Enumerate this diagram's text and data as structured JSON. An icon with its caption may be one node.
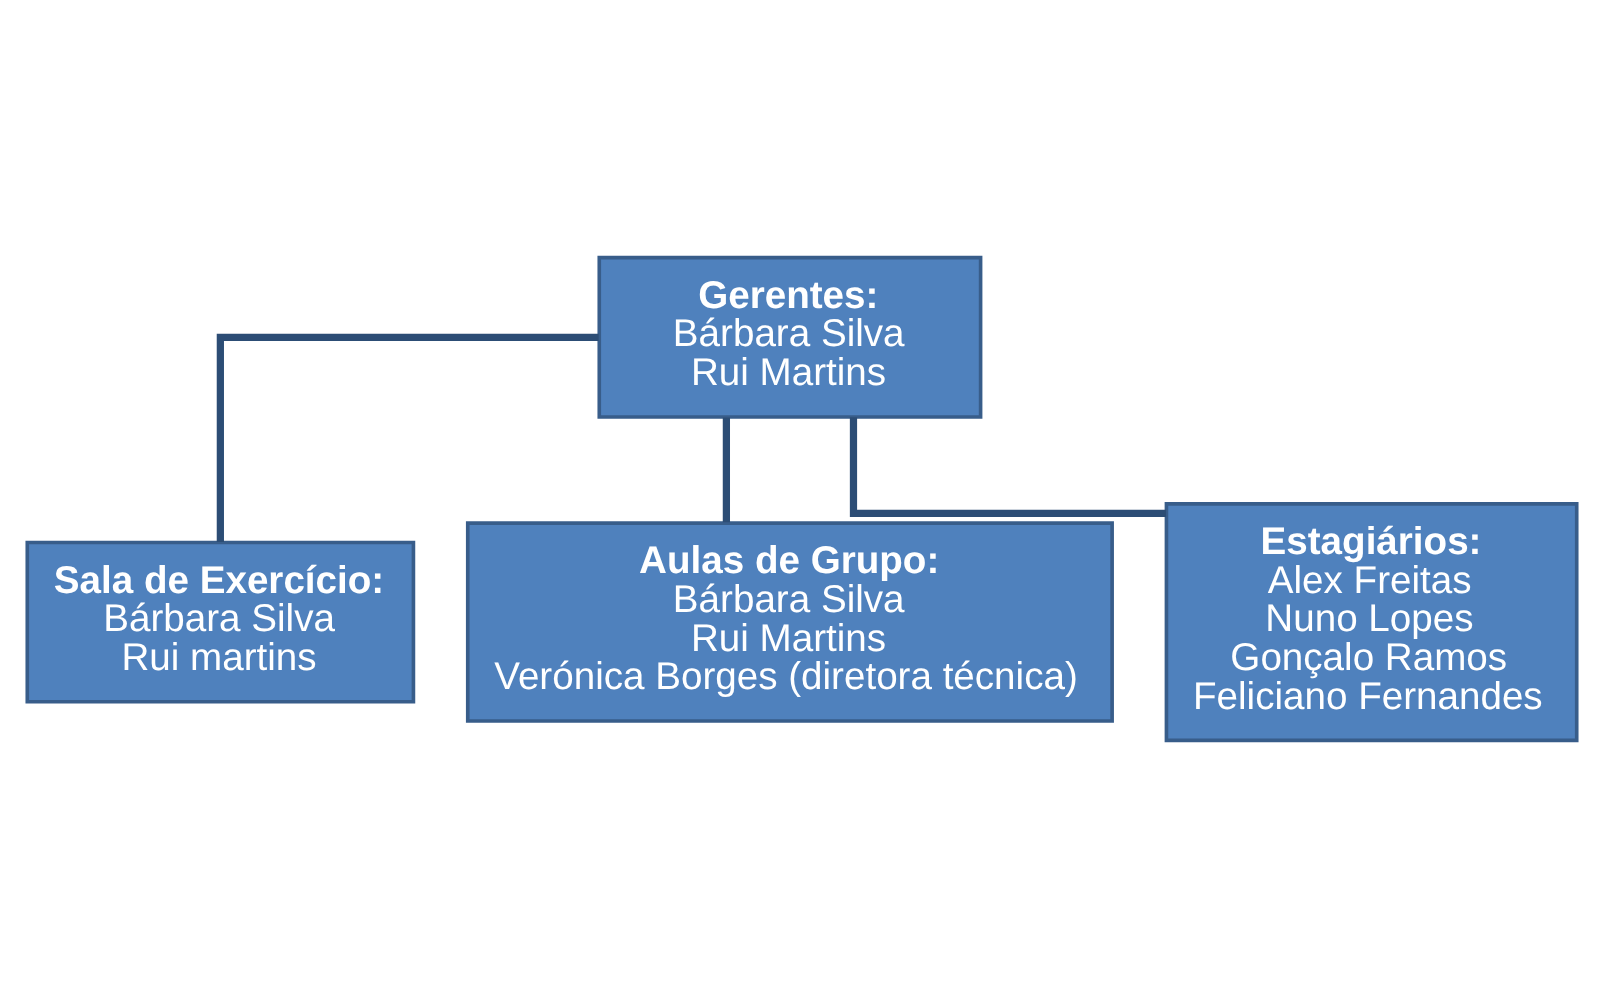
{
  "diagram": {
    "nodes": [
      {
        "text": [
          "Gerentes:",
          "Bárbara Silva",
          "Rui Martins"
        ]
      },
      {
        "text": [
          "Sala de Exercício:",
          "Bárbara Silva",
          "Rui martins"
        ]
      },
      {
        "text": [
          "Aulas de Grupo:",
          "Bárbara Silva",
          "Rui Martins",
          "Verónica Borges (diretora técnica)"
        ]
      },
      {
        "text": [
          "Estagiários:",
          "Alex Freitas",
          "Nuno Lopes",
          "Gonçalo Ramos",
          "Feliciano Fernandes"
        ]
      }
    ],
    "edges": [
      {
        "from": 0,
        "to": 1,
        "arrow": "none"
      },
      {
        "from": 0,
        "to": 2,
        "arrow": "none"
      },
      {
        "from": 0,
        "to": 3,
        "arrow": "none"
      }
    ]
  }
}
